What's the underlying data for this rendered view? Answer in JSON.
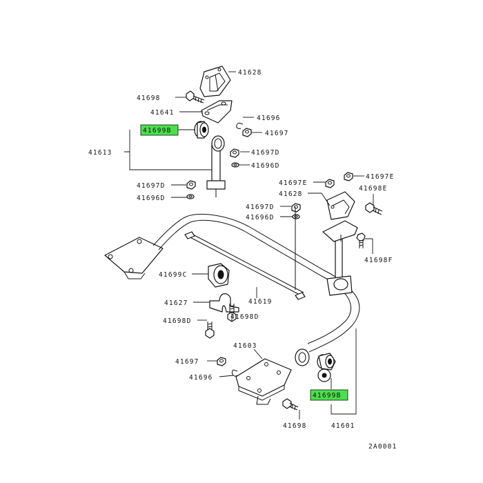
{
  "highlight_color": "#4cdf4c",
  "labels": {
    "p41628a": "41628",
    "p41698a": "41698",
    "p41641": "41641",
    "p41696a": "41696",
    "p41697a": "41697",
    "p41699b_top": "41699B",
    "p41613": "41613",
    "p41697d_a": "41697D",
    "p41696d_a": "41696D",
    "p41697d_b": "41697D",
    "p41696d_b": "41696D",
    "p41697e_a": "41697E",
    "p41697e_b": "41697E",
    "p41628b": "41628",
    "p41698e": "41698E",
    "p41697d_c": "41697D",
    "p41696d_c": "41696D",
    "p41698f": "41698F",
    "p41699c": "41699C",
    "p41619": "41619",
    "p41627": "41627",
    "p41698d": "41698D",
    "p41698bd": "41698D",
    "p41603": "41603",
    "p41697b": "41697",
    "p41696b": "41696",
    "p41699b_bottom": "41699B",
    "p41698b": "41698",
    "p41601": "41601",
    "ref_code": "2A0001"
  }
}
